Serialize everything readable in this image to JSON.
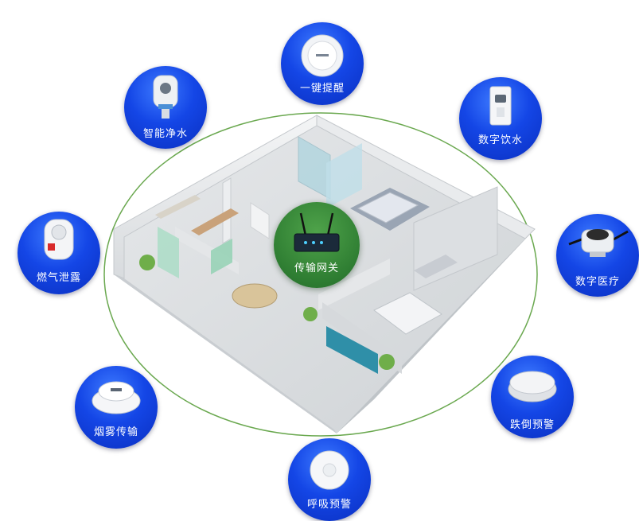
{
  "hub": {
    "label": "传输网关",
    "icon": "router-icon"
  },
  "devices": [
    {
      "id": "one-key-alert",
      "label": "一键提醒",
      "icon": "alert-button-icon"
    },
    {
      "id": "smart-purifier",
      "label": "智能净水",
      "icon": "water-purifier-icon"
    },
    {
      "id": "digital-drinking",
      "label": "数字饮水",
      "icon": "water-dispenser-icon"
    },
    {
      "id": "gas-leak",
      "label": "燃气泄露",
      "icon": "gas-detector-icon"
    },
    {
      "id": "digital-medical",
      "label": "数字医疗",
      "icon": "medical-sensor-icon"
    },
    {
      "id": "smoke-transmit",
      "label": "烟雾传输",
      "icon": "smoke-detector-icon"
    },
    {
      "id": "fall-alert",
      "label": "跌倒预警",
      "icon": "fall-sensor-icon"
    },
    {
      "id": "breath-alert",
      "label": "呼吸预警",
      "icon": "breath-sensor-icon"
    }
  ],
  "colors": {
    "node_blue": "#1446e6",
    "hub_green": "#2e7d32",
    "ring_green": "#6aa84f"
  }
}
